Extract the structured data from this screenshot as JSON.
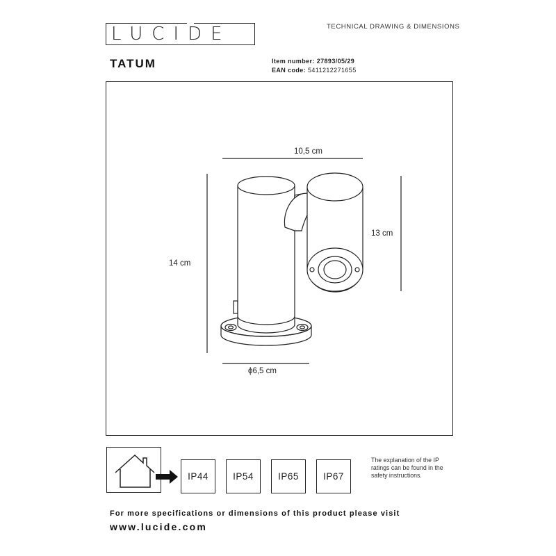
{
  "header": {
    "logo": "LUCIDE",
    "doc_title": "TECHNICAL DRAWING & DIMENSIONS"
  },
  "product": {
    "name": "TATUM",
    "item_label": "Item number:",
    "item_value": "27893/05/29",
    "ean_label": "EAN code:",
    "ean_value": "5411212271655"
  },
  "dimensions": {
    "width": "10,5 cm",
    "height_total": "14 cm",
    "height_head": "13 cm",
    "base_diameter": "ϕ6,5 cm"
  },
  "ip_ratings": {
    "icon": "house-icon",
    "active": "IP44",
    "items": [
      "IP44",
      "IP54",
      "IP65",
      "IP67"
    ],
    "note": "The explanation of the IP ratings can be found in the safety instructions."
  },
  "footer": {
    "text": "For more specifications or dimensions of this product please visit",
    "url": "www.lucide.com"
  }
}
